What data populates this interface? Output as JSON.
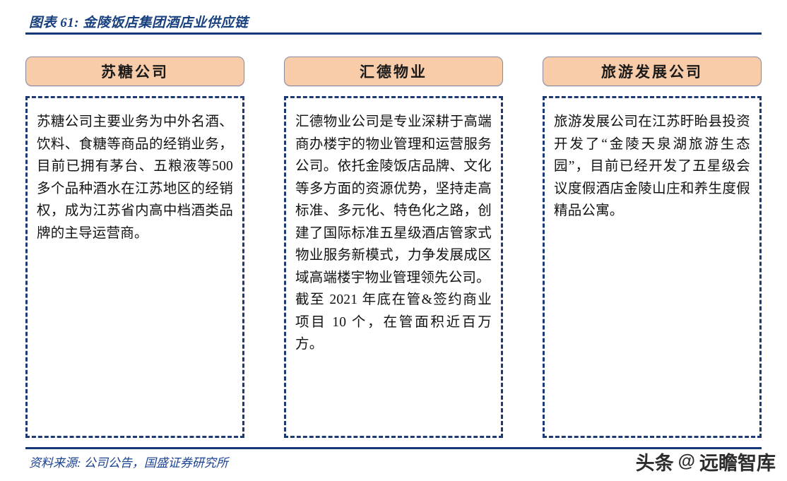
{
  "figure": {
    "title": "图表 61: 金陵饭店集团酒店业供应链"
  },
  "columns": [
    {
      "header": "苏糖公司",
      "paragraphs": [
        "苏糖公司主要业务为中外名酒、饮料、食糖等商品的经销业务，目前已拥有茅台、五粮液等500 多个品种酒水在江苏地区的经销权，成为江苏省内高中档酒类品牌的主导运营商。"
      ]
    },
    {
      "header": "汇德物业",
      "paragraphs": [
        "汇德物业公司是专业深耕于高端商办楼宇的物业管理和运营服务公司。依托金陵饭店品牌、文化等多方面的资源优势，坚持走高标准、多元化、特色化之路，创建了国际标准五星级酒店管家式物业服务新模式，力争发展成区域高端楼宇物业管理领先公司。",
        "截至 2021 年底在管&签约商业项目 10 个，在管面积近百万方。"
      ]
    },
    {
      "header": "旅游发展公司",
      "paragraphs": [
        "旅游发展公司在江苏盱眙县投资开发了“金陵天泉湖旅游生态园”，目前已经开发了五星级会议度假酒店金陵山庄和养生度假精品公寓。"
      ]
    }
  ],
  "footer": {
    "source": "资料来源: 公司公告，国盛证券研究所"
  },
  "watermark": {
    "platform": "头条",
    "at": "@",
    "account": "远瞻智库"
  },
  "colors": {
    "accent_blue": "#13377A",
    "title_blue": "#18407F",
    "header_fill": "#F8CCA9",
    "header_border": "#8A8AA0",
    "dashed_border": "#1E3A72"
  }
}
